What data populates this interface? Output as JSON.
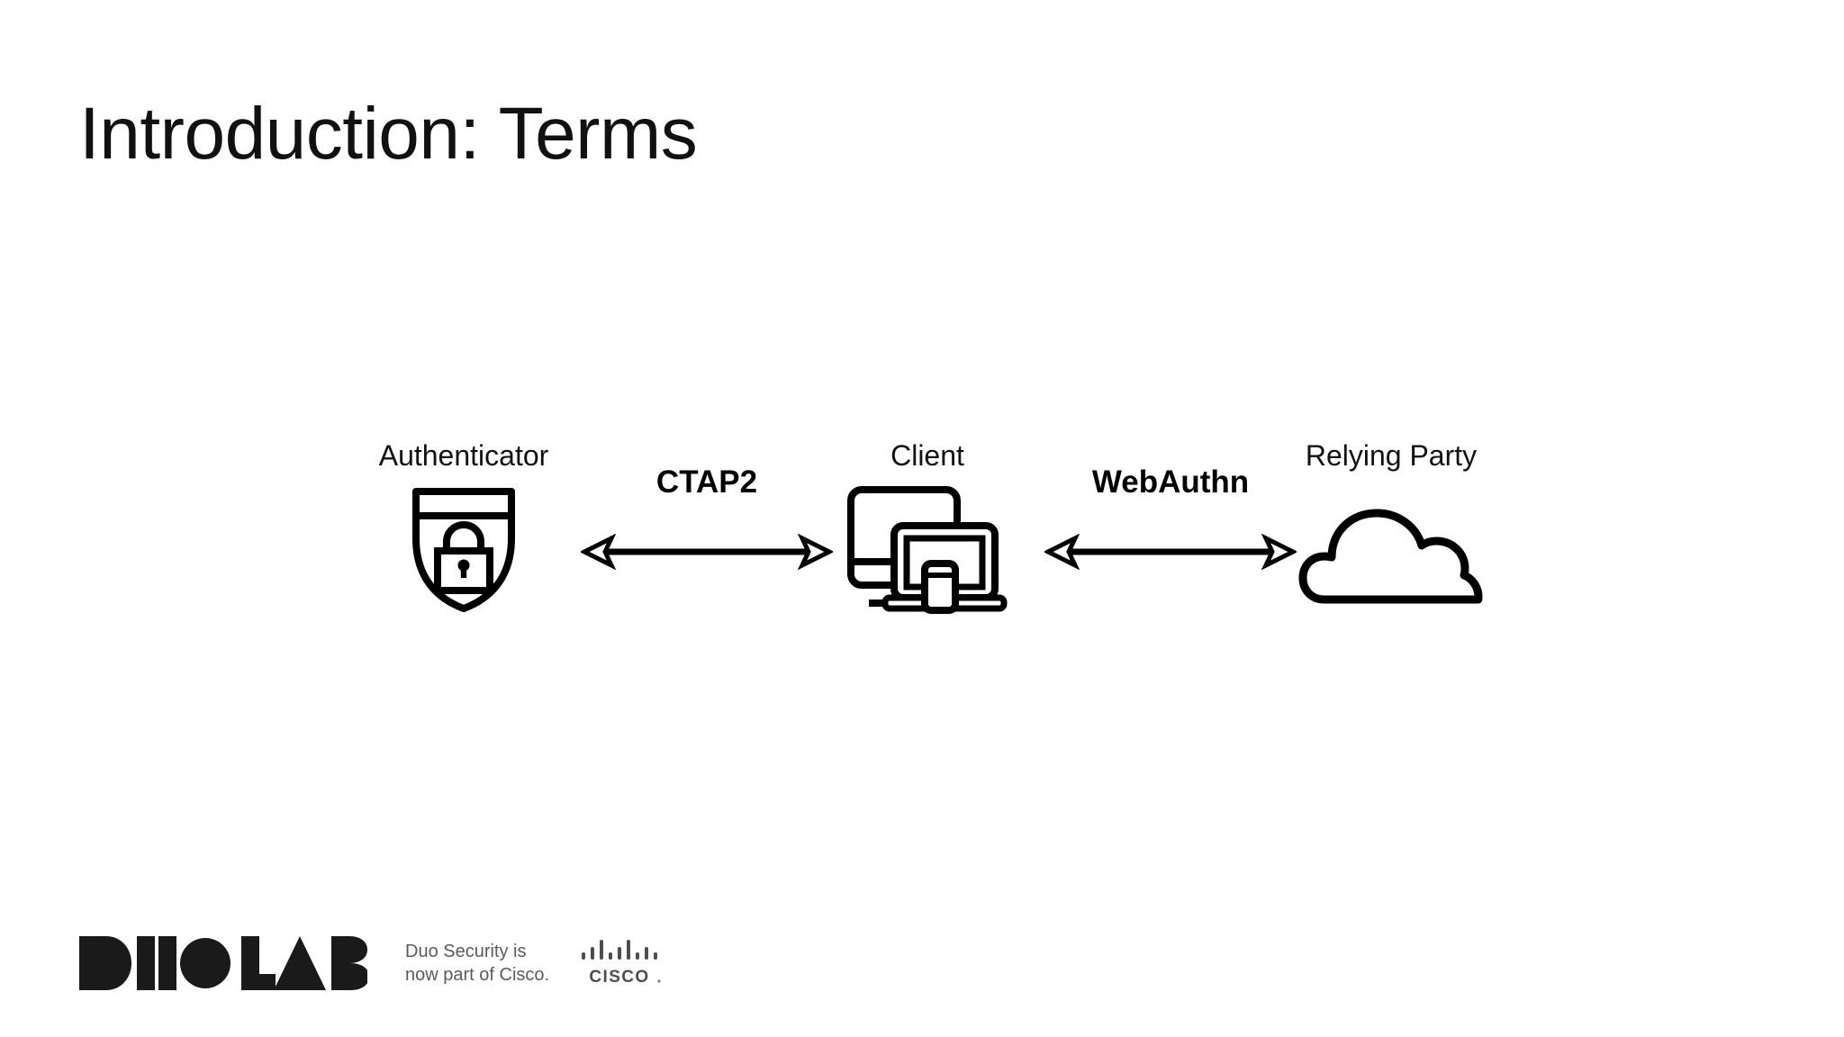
{
  "slide": {
    "title": "Introduction: Terms",
    "background_color": "#ffffff",
    "text_color": "#111111"
  },
  "diagram": {
    "type": "flow",
    "nodes": [
      {
        "id": "authenticator",
        "label": "Authenticator",
        "icon": "shield-lock-icon"
      },
      {
        "id": "client",
        "label": "Client",
        "icon": "devices-icon"
      },
      {
        "id": "relying-party",
        "label": "Relying Party",
        "icon": "cloud-icon"
      }
    ],
    "connectors": [
      {
        "id": "ctap2",
        "label": "CTAP2",
        "from": "authenticator",
        "to": "client",
        "arrow": "double-headed"
      },
      {
        "id": "webauthn",
        "label": "WebAuthn",
        "from": "client",
        "to": "relying-party",
        "arrow": "double-headed"
      }
    ]
  },
  "footer": {
    "brand_logo": "duo-labs-logo",
    "brand_text": "DUO LABS",
    "tagline_line1": "Duo Security is",
    "tagline_line2": "now part of Cisco.",
    "tagline_color": "#5b5b5b",
    "partner_logo": "cisco-logo",
    "partner_text": "CISCO"
  }
}
